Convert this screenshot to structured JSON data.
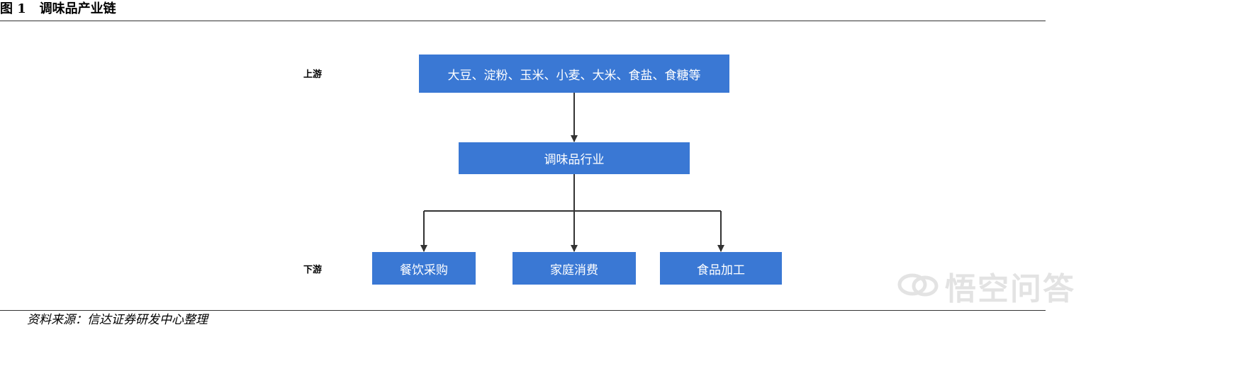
{
  "figure": {
    "title": "图 1   调味品产业链",
    "source": "资料来源：信达证券研发中心整理"
  },
  "diagram": {
    "upstream_label": "上游",
    "downstream_label": "下游",
    "upstream_box": "大豆、淀粉、玉米、小麦、大米、食盐、食糖等",
    "industry_box": "调味品行业",
    "downstream_boxes": [
      "餐饮采购",
      "家庭消费",
      "食品加工"
    ]
  },
  "watermark": {
    "brand_text": "悟空问答",
    "icon": "speech-bubble-icon"
  },
  "colors": {
    "box_fill": "#3a78d4",
    "box_text": "#ffffff",
    "connector": "#333333",
    "watermark": "#e3e3e3"
  }
}
